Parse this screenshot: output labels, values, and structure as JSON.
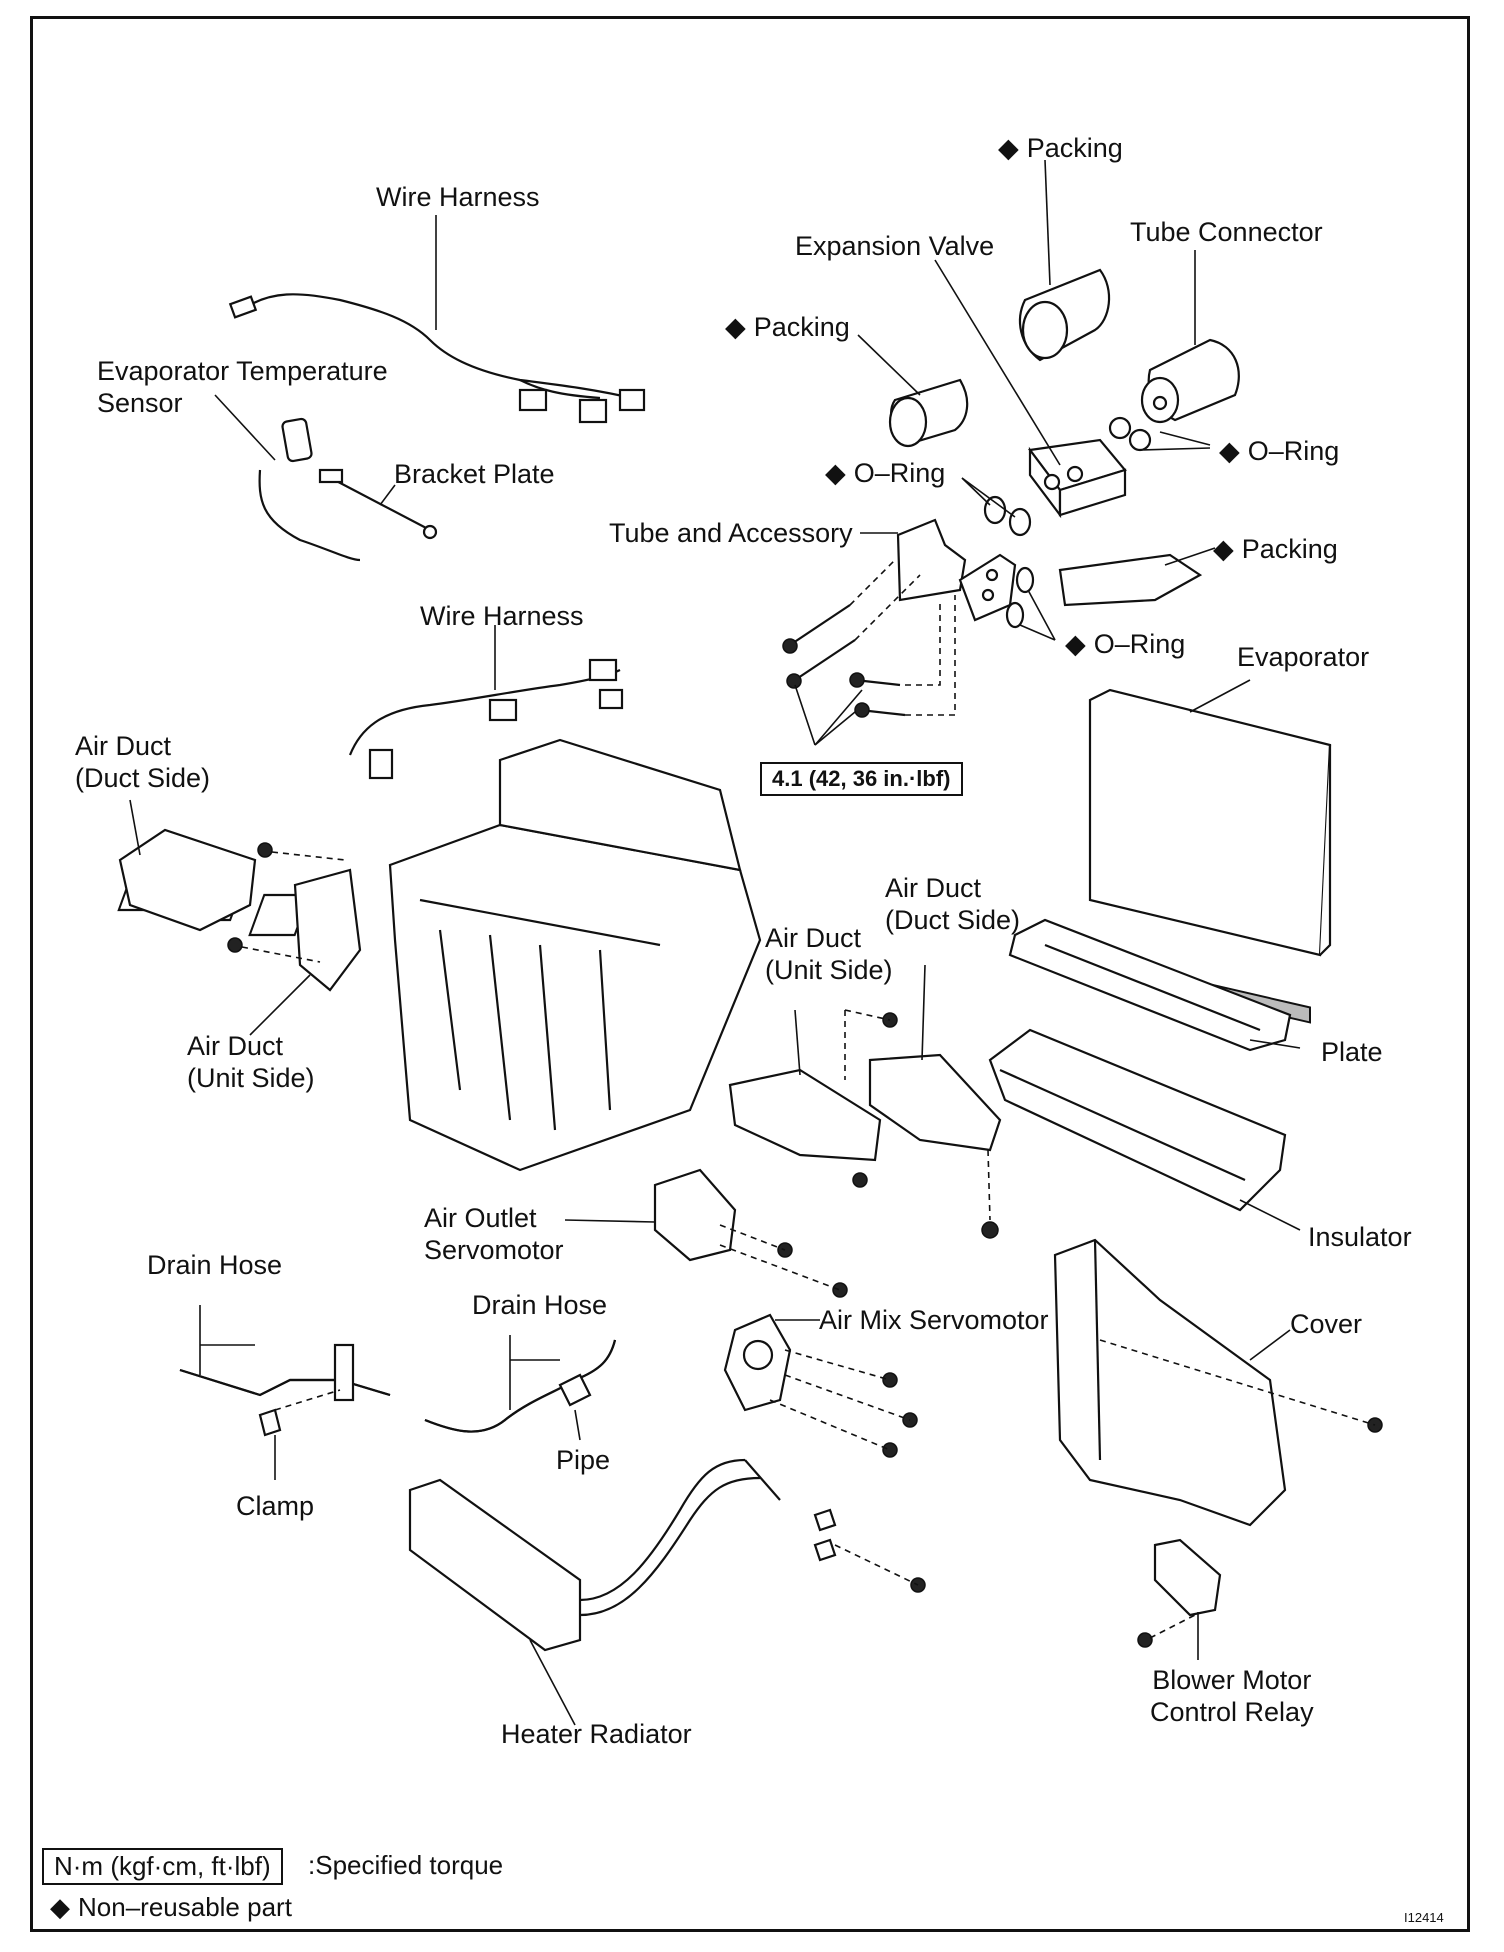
{
  "labels": {
    "wire_harness_top": "Wire Harness",
    "evap_temp_sensor": "Evaporator Temperature\nSensor",
    "bracket_plate": "Bracket Plate",
    "packing_top": "Packing",
    "expansion_valve": "Expansion Valve",
    "tube_connector": "Tube Connector",
    "packing_mid": "Packing",
    "o_ring_1": "O–Ring",
    "o_ring_2": "O–Ring",
    "tube_and_accessory": "Tube and Accessory",
    "packing_right": "Packing",
    "o_ring_3": "O–Ring",
    "wire_harness_mid": "Wire Harness",
    "evaporator": "Evaporator",
    "torque_spec": "4.1 (42, 36 in.·lbf)",
    "air_duct_duct_side_left": "Air Duct\n(Duct Side)",
    "air_duct_unit_side_left": "Air Duct\n(Unit Side)",
    "air_duct_duct_side_center": "Air Duct\n(Duct Side)",
    "air_duct_unit_side_center": "Air Duct\n(Unit Side)",
    "plate": "Plate",
    "air_outlet_servomotor": "Air Outlet\nServomotor",
    "insulator": "Insulator",
    "drain_hose_left": "Drain Hose",
    "drain_hose_right": "Drain Hose",
    "air_mix_servomotor": "Air Mix Servomotor",
    "cover": "Cover",
    "pipe": "Pipe",
    "clamp": "Clamp",
    "heater_radiator": "Heater Radiator",
    "blower_motor_control_relay": "Blower Motor\nControl Relay"
  },
  "legend": {
    "torque_unit": "N·m (kgf·cm, ft·lbf)",
    "torque_desc": ":Specified torque",
    "non_reusable": "Non–reusable part"
  },
  "figure_id": "I12414"
}
